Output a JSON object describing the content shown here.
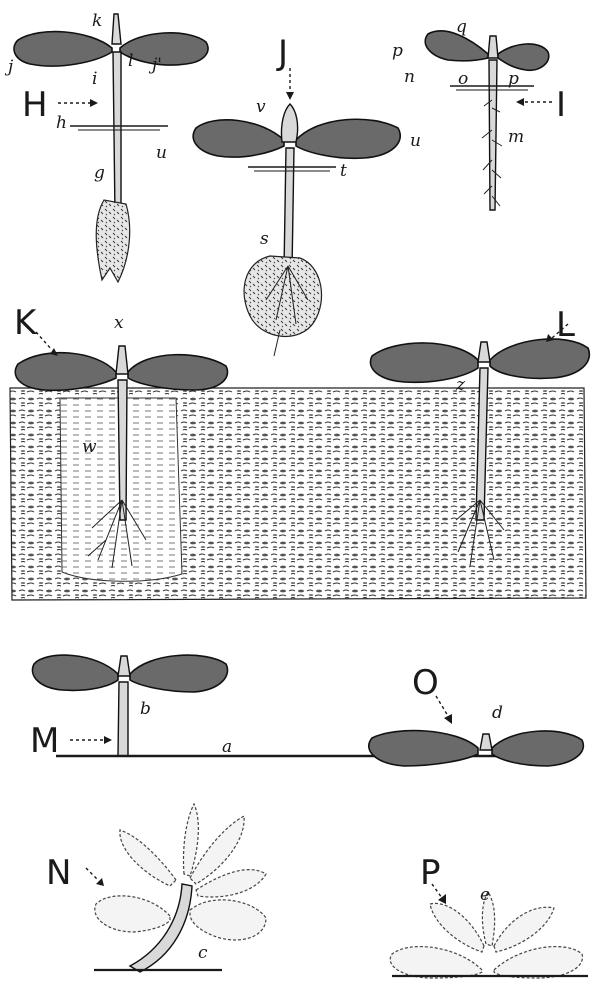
{
  "figure": {
    "captions": {
      "H": "H",
      "J": "J",
      "I": "I",
      "K": "K",
      "L": "L",
      "M": "M",
      "O": "O",
      "N": "N",
      "P": "P"
    },
    "labels": {
      "k": "k",
      "l": "l",
      "j_left": "j",
      "j_right": "j'",
      "i": "i",
      "h": "h",
      "u_h": "u",
      "g": "g",
      "v": "v",
      "u_j": "u",
      "t": "t",
      "s": "s",
      "p_left": "p",
      "q": "q",
      "n": "n",
      "o": "o",
      "p_right": "p",
      "m": "m",
      "x": "x",
      "w": "w",
      "z": "z",
      "b": "b",
      "a": "a",
      "d": "d",
      "c": "c",
      "e": "e"
    }
  }
}
